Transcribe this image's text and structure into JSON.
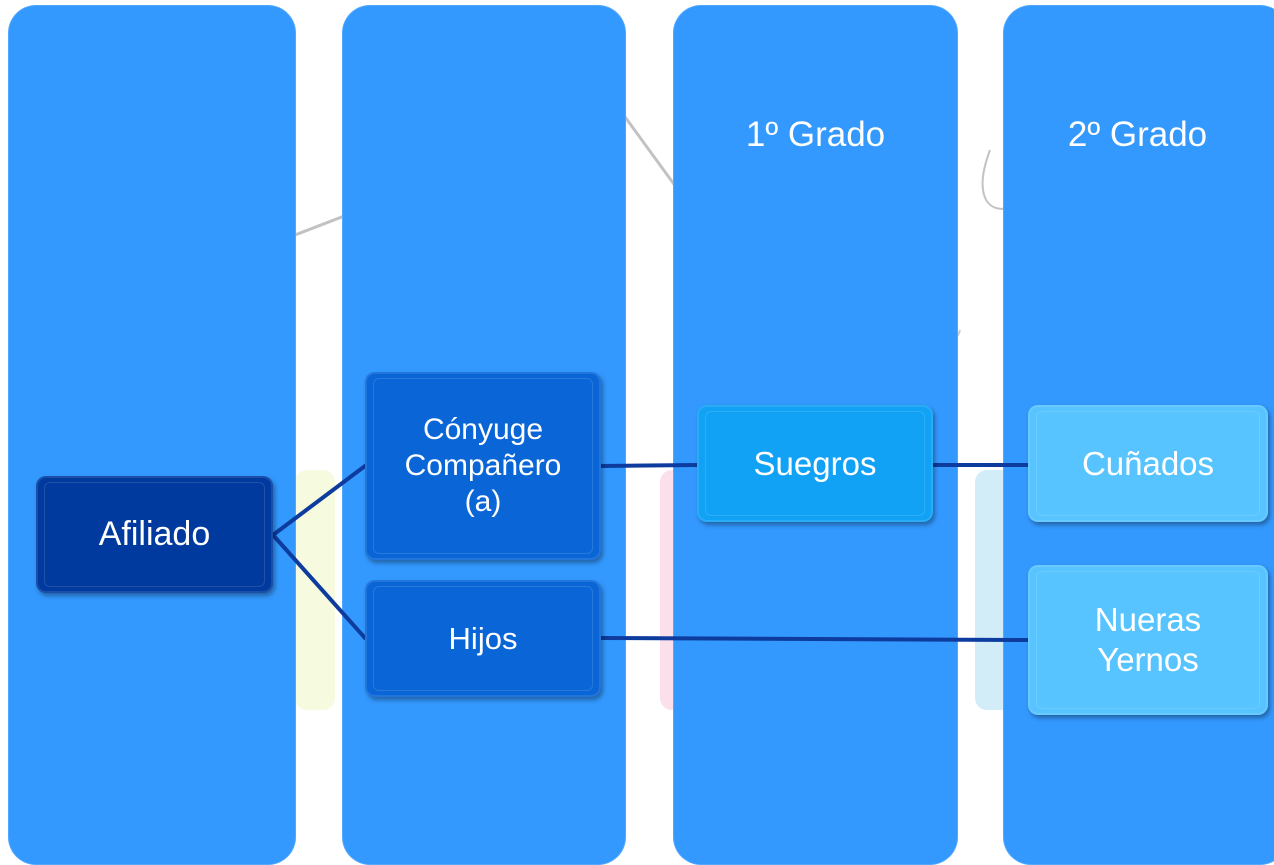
{
  "columns": [
    {
      "header": ""
    },
    {
      "header": ""
    },
    {
      "header": "1º Grado"
    },
    {
      "header": "2º Grado"
    }
  ],
  "nodes": {
    "afiliado": {
      "lines": [
        "Afiliado"
      ]
    },
    "conyuge": {
      "lines": [
        "Cónyuge",
        "Compañero",
        "(a)"
      ]
    },
    "hijos": {
      "lines": [
        "Hijos"
      ]
    },
    "suegros": {
      "lines": [
        "Suegros"
      ]
    },
    "cunados": {
      "lines": [
        "Cuñados"
      ]
    },
    "nueras": {
      "lines": [
        "Nueras",
        "Yernos"
      ]
    }
  },
  "colors": {
    "column": "#3399ff",
    "level1": "#003a9e",
    "level2": "#0a66d6",
    "level3": "#12a2f5",
    "level4": "#58c4ff",
    "connector": "#0d3c9e"
  }
}
